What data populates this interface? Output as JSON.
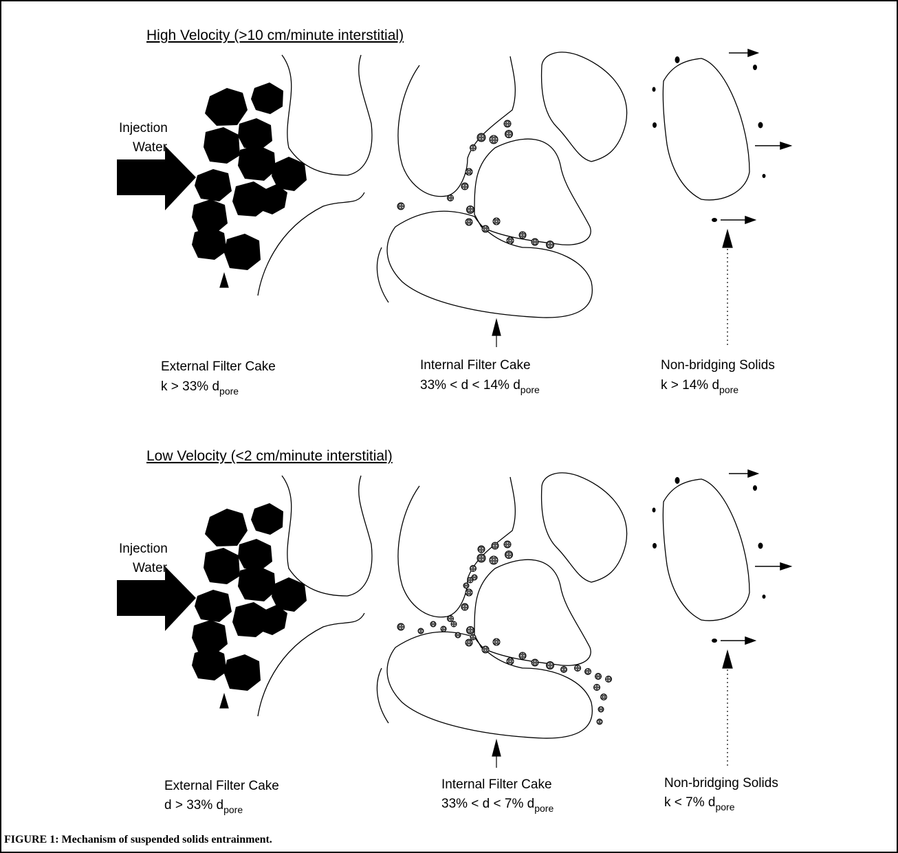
{
  "panels": [
    {
      "heading": "High Velocity  (>10 cm/minute interstitial)",
      "injection_line1": "Injection",
      "injection_line2": "Water",
      "external": {
        "title": "External Filter Cake",
        "formula": "k > 33% d",
        "sub": "pore"
      },
      "internal": {
        "title": "Internal Filter Cake",
        "formula": "33% < d < 14% d",
        "sub": "pore"
      },
      "nonbridging": {
        "title": "Non-bridging Solids",
        "formula": "k > 14% d",
        "sub": "pore"
      }
    },
    {
      "heading": "Low Velocity  (<2 cm/minute interstitial)",
      "injection_line1": "Injection",
      "injection_line2": "Water",
      "external": {
        "title": "External Filter Cake",
        "formula": "d > 33% d",
        "sub": "pore"
      },
      "internal": {
        "title": "Internal Filter Cake",
        "formula": "33% < d < 7% d",
        "sub": "pore"
      },
      "nonbridging": {
        "title": "Non-bridging Solids",
        "formula": "k < 7% d",
        "sub": "pore"
      }
    }
  ],
  "caption": "FIGURE 1: Mechanism of suspended solids  entrainment.",
  "colors": {
    "ink": "#000000",
    "paper": "#ffffff"
  }
}
